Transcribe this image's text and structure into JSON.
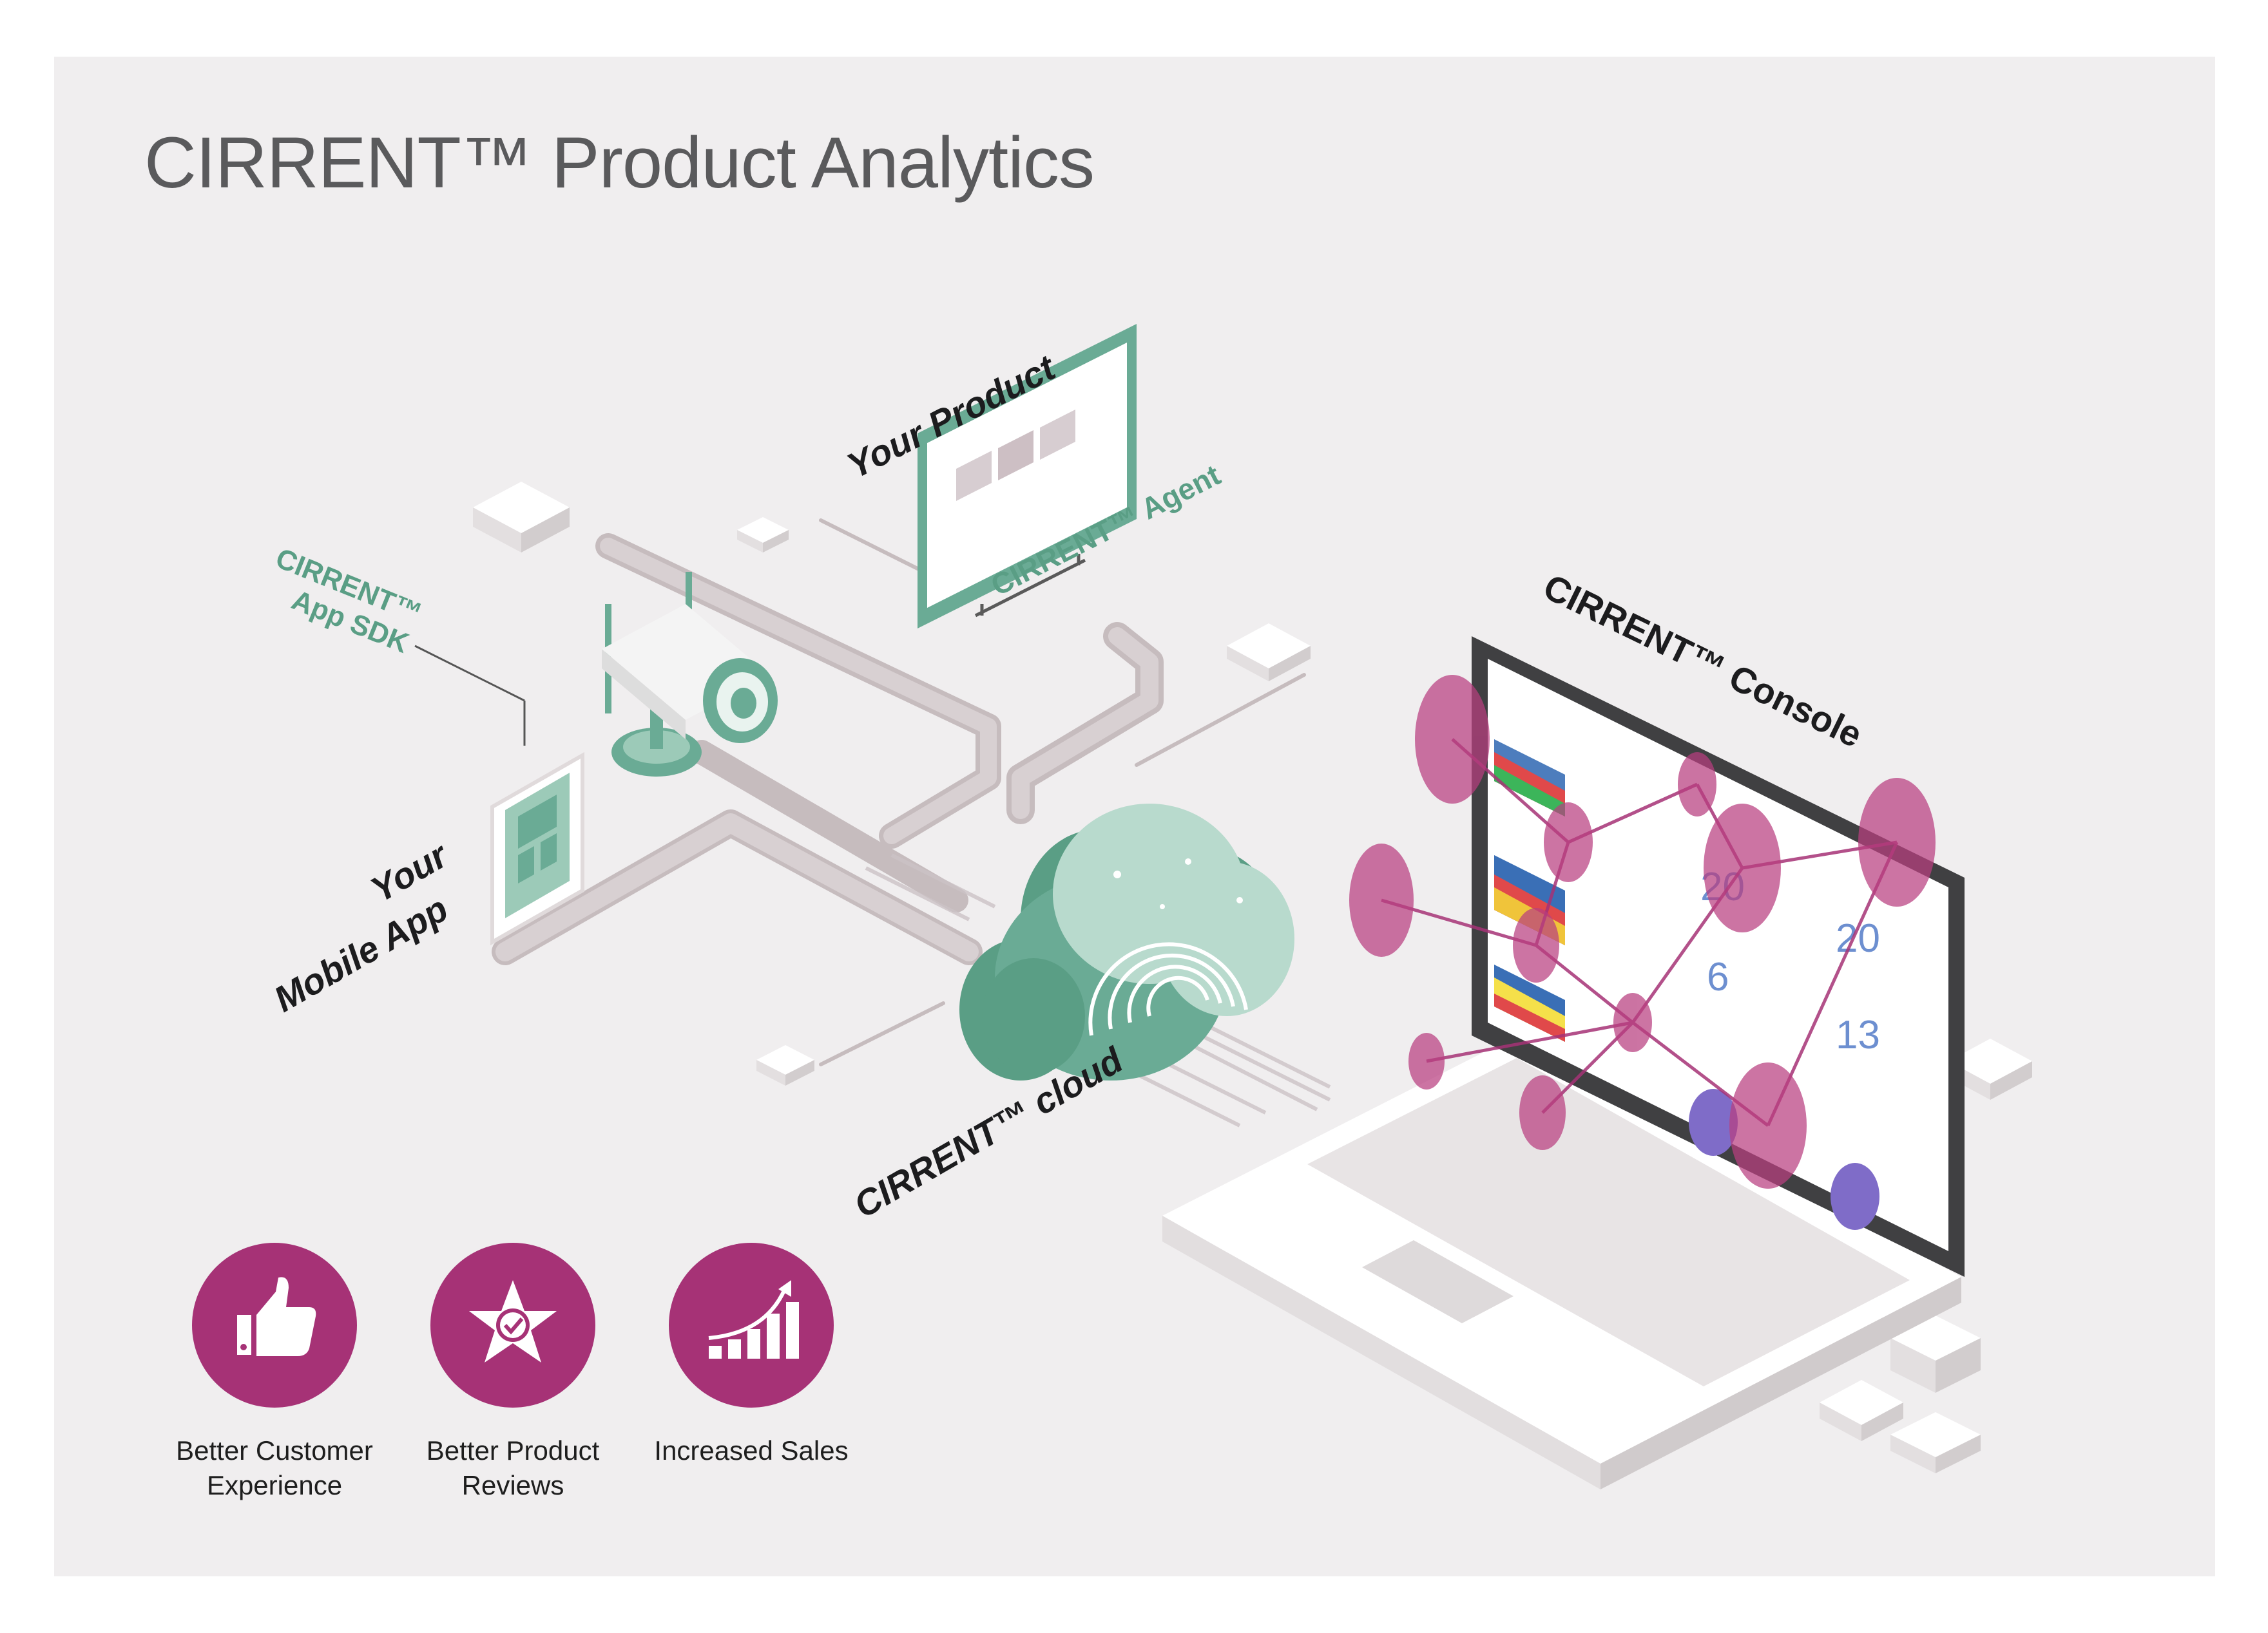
{
  "title": "CIRRENT™ Product Analytics",
  "labels": {
    "your_product": "Your Product",
    "agent": "CIRRENT™ Agent",
    "app_sdk_line1": "CIRRENT™",
    "app_sdk_line2": "App SDK",
    "mobile_line1": "Your",
    "mobile_line2": "Mobile App",
    "cloud": "CIRRENT™ cloud",
    "console": "CIRRENT™ Console"
  },
  "console_numbers": [
    "20",
    "20",
    "6",
    "13"
  ],
  "benefits": [
    {
      "label": "Better Customer\nExperience",
      "icon": "thumbs-up-icon"
    },
    {
      "label": "Better Product\nReviews",
      "icon": "star-check-icon"
    },
    {
      "label": "Increased Sales",
      "icon": "growth-chart-icon"
    }
  ],
  "colors": {
    "background": "#f0eeef",
    "brand_green": "#5a9e85",
    "brand_magenta": "#a63276",
    "bubble_magenta": "#c0508a",
    "title_gray": "#5a5a5c"
  }
}
